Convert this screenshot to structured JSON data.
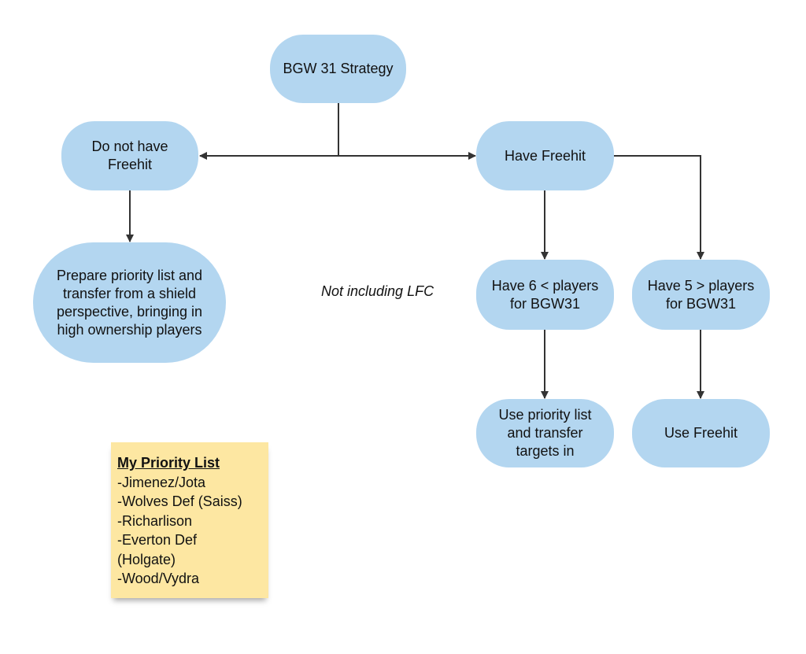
{
  "nodes": {
    "root": "BGW 31 Strategy",
    "no_freehit": "Do not have\nFreehit",
    "have_freehit": "Have Freehit",
    "prepare": "Prepare priority list and\ntransfer from a shield\nperspective, bringing in\nhigh ownership players",
    "six_or_more": "Have 6 < players\nfor BGW31",
    "five_or_less": "Have 5 > players\nfor BGW31",
    "use_priority": "Use priority list\nand transfer\ntargets in",
    "use_freehit": "Use Freehit"
  },
  "note": "Not including LFC",
  "priority_list": {
    "title": "My Priority List",
    "items": [
      "-Jimenez/Jota",
      "-Wolves Def (Saiss)",
      "-Richarlison",
      "-Everton Def\n(Holgate)",
      "-Wood/Vydra"
    ]
  },
  "colors": {
    "node_fill": "#b3d6f0",
    "connector": "#333333",
    "sticky_note": "#fde7a2"
  }
}
